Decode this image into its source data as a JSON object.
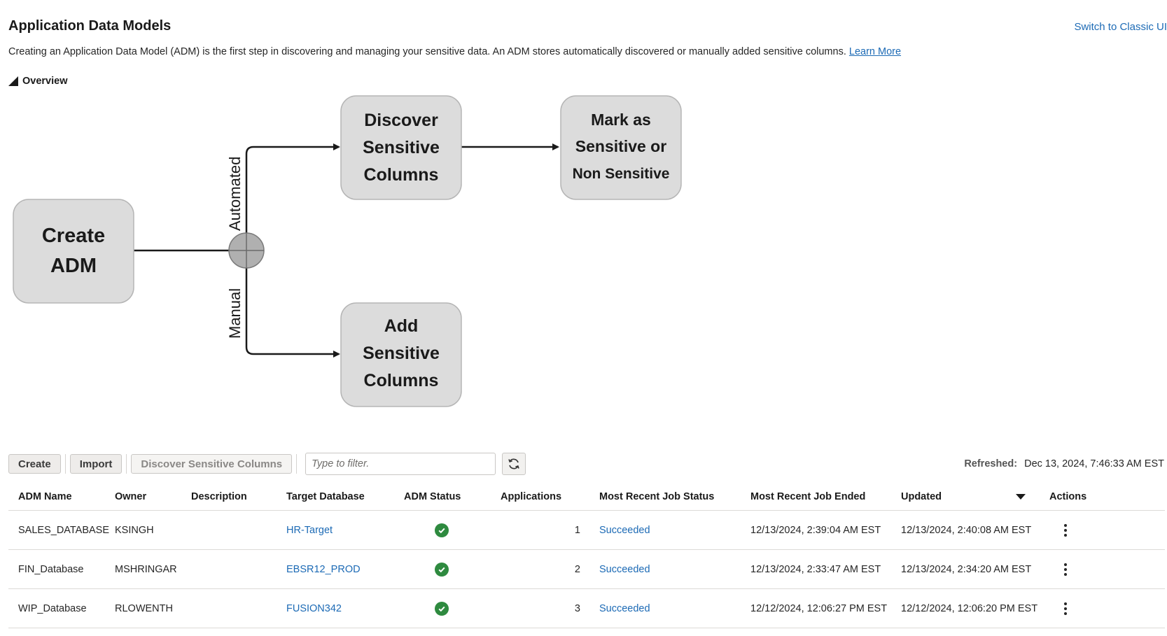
{
  "header": {
    "title": "Application Data Models",
    "switch_link": "Switch to Classic UI",
    "intro_text": "Creating an Application Data Model (ADM) is the first step in discovering and managing your sensitive data. An ADM stores automatically discovered or manually added sensitive columns.",
    "learn_more": "Learn More"
  },
  "overview": {
    "label": "Overview",
    "diagram": {
      "create": [
        "Create",
        "ADM"
      ],
      "discover": [
        "Discover",
        "Sensitive",
        "Columns"
      ],
      "mark": [
        "Mark as",
        "Sensitive or",
        "Non Sensitive"
      ],
      "add": [
        "Add",
        "Sensitive",
        "Columns"
      ],
      "automated": "Automated",
      "manual": "Manual"
    }
  },
  "toolbar": {
    "create": "Create",
    "import": "Import",
    "discover": "Discover Sensitive Columns",
    "filter_placeholder": "Type to filter.",
    "refreshed_label": "Refreshed:",
    "refreshed_value": "Dec 13, 2024, 7:46:33 AM EST"
  },
  "table": {
    "columns": {
      "name": "ADM Name",
      "owner": "Owner",
      "description": "Description",
      "target": "Target Database",
      "status": "ADM Status",
      "applications": "Applications",
      "job_status": "Most Recent Job Status",
      "job_ended": "Most Recent Job Ended",
      "updated": "Updated",
      "actions": "Actions"
    },
    "rows": [
      {
        "name": "SALES_DATABASE",
        "owner": "KSINGH",
        "description": "",
        "target": "HR-Target",
        "applications": "1",
        "job_status": "Succeeded",
        "job_ended": "12/13/2024, 2:39:04 AM EST",
        "updated": "12/13/2024, 2:40:08 AM EST"
      },
      {
        "name": "FIN_Database",
        "owner": "MSHRINGAR",
        "description": "",
        "target": "EBSR12_PROD",
        "applications": "2",
        "job_status": "Succeeded",
        "job_ended": "12/13/2024, 2:33:47 AM EST",
        "updated": "12/13/2024, 2:34:20 AM EST"
      },
      {
        "name": "WIP_Database",
        "owner": "RLOWENTH",
        "description": "",
        "target": "FUSION342",
        "applications": "3",
        "job_status": "Succeeded",
        "job_ended": "12/12/2024, 12:06:27 PM EST",
        "updated": "12/12/2024, 12:06:20 PM EST"
      }
    ]
  },
  "colors": {
    "link": "#1c6ab5",
    "success": "#2e8a3f",
    "box_fill": "#dcdcdc"
  }
}
